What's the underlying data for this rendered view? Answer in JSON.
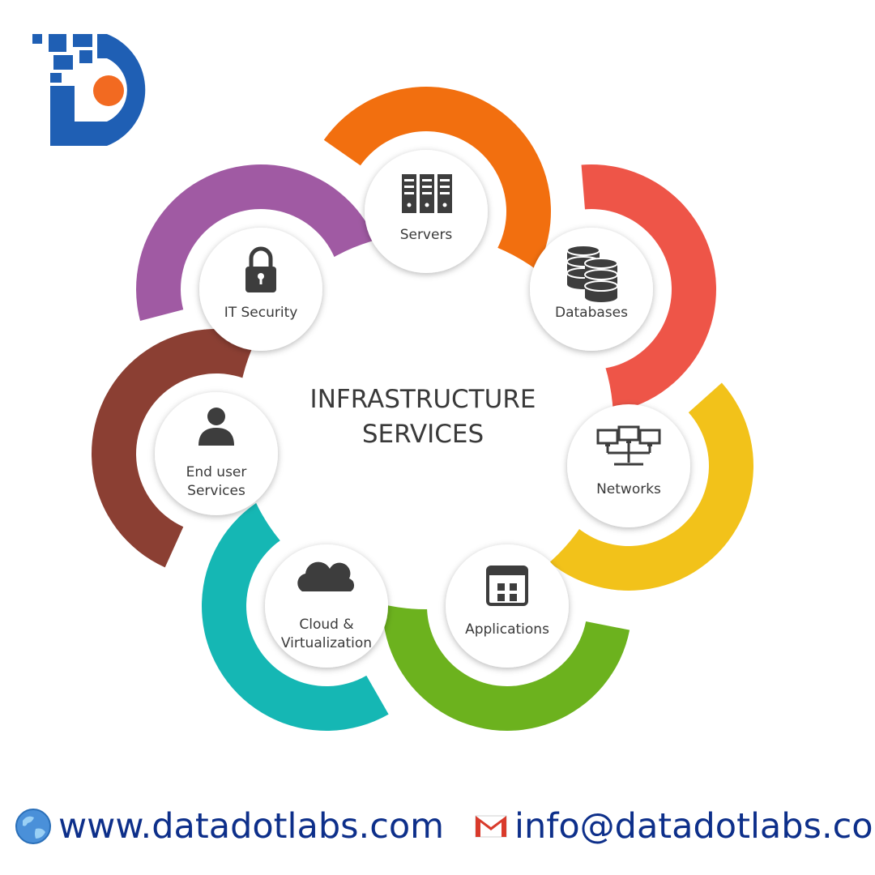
{
  "logo": {
    "name": "DataDot Labs logo",
    "colors": {
      "blue": "#1f5fb4",
      "orange": "#f26a21"
    }
  },
  "diagram": {
    "center_title_lines": [
      "INFRASTRUCTURE",
      "SERVICES"
    ],
    "nodes": [
      {
        "key": "servers",
        "label_lines": [
          "Servers"
        ],
        "icon": "server-rack-icon",
        "color": "#f26f0f"
      },
      {
        "key": "databases",
        "label_lines": [
          "Databases"
        ],
        "icon": "database-icon",
        "color": "#ee5548"
      },
      {
        "key": "networks",
        "label_lines": [
          "Networks"
        ],
        "icon": "network-icon",
        "color": "#f2c21a"
      },
      {
        "key": "applications",
        "label_lines": [
          "Applications"
        ],
        "icon": "application-window-icon",
        "color": "#6cb21e"
      },
      {
        "key": "cloud",
        "label_lines": [
          "Cloud &",
          "Virtualization"
        ],
        "icon": "cloud-icon",
        "color": "#15b7b4"
      },
      {
        "key": "enduser",
        "label_lines": [
          "End user",
          "Services"
        ],
        "icon": "user-icon",
        "color": "#8b3f33"
      },
      {
        "key": "security",
        "label_lines": [
          "IT Security"
        ],
        "icon": "padlock-icon",
        "color": "#a05aa3"
      }
    ]
  },
  "footer": {
    "website": "www.datadotlabs.com",
    "email": "info@datadotlabs.com",
    "website_icon": "globe-icon",
    "email_icon": "mail-icon"
  }
}
